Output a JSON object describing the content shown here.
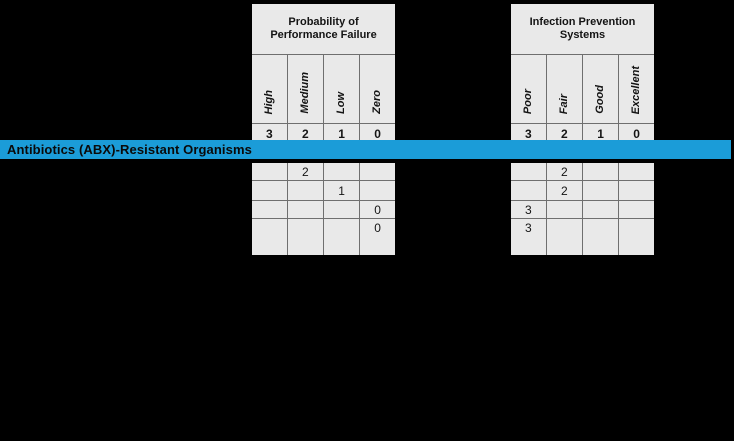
{
  "figure": {
    "background_color": "#000000",
    "cell_background_color": "#e9e9e9",
    "grid_border_color": "#6f6f6f"
  },
  "banner": {
    "label": "Antibiotics (ABX)-Resistant Organisms",
    "background_color": "#1b9cd8"
  },
  "tables": [
    {
      "title": "Probability of Performance Failure",
      "columns": [
        {
          "label": "High",
          "score": "3"
        },
        {
          "label": "Medium",
          "score": "2"
        },
        {
          "label": "Low",
          "score": "1"
        },
        {
          "label": "Zero",
          "score": "0"
        }
      ],
      "rows": [
        [
          "",
          "2",
          "",
          ""
        ],
        [
          "",
          "",
          "1",
          ""
        ],
        [
          "",
          "",
          "",
          "0"
        ],
        [
          "",
          "",
          "",
          "0"
        ]
      ]
    },
    {
      "title": "Infection Prevention Systems",
      "columns": [
        {
          "label": "Poor",
          "score": "3"
        },
        {
          "label": "Fair",
          "score": "2"
        },
        {
          "label": "Good",
          "score": "1"
        },
        {
          "label": "Excellent",
          "score": "0"
        }
      ],
      "rows": [
        [
          "",
          "2",
          "",
          ""
        ],
        [
          "",
          "2",
          "",
          ""
        ],
        [
          "3",
          "",
          "",
          ""
        ],
        [
          "3",
          "",
          "",
          ""
        ]
      ]
    }
  ]
}
